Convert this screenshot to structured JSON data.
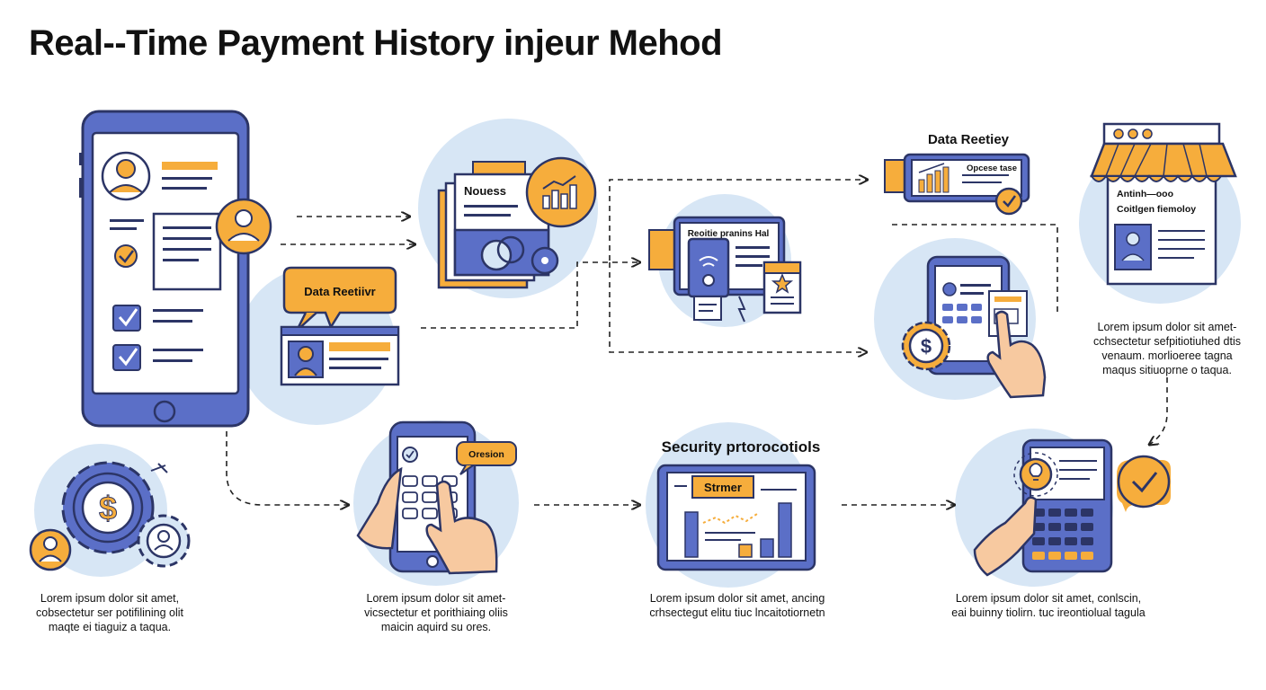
{
  "title": "Real--Time Payment History injeur Mehod",
  "labels": {
    "nouess": "Nouess",
    "data_receiver": "Data Reetiivr",
    "data_reetiey": "Data Reetiey",
    "opcese_tase": "Opcese tase",
    "reoitie_pranins_hal": "Reoitie pranins Hal",
    "antih_ooo": "Antinh—ooo",
    "coitgen_fiemoloy": "Coitlgen fiemoloy",
    "oresion": "Oresion",
    "security_protocols": "Security prtorocotiols",
    "strmer": "Strmer"
  },
  "captions": {
    "store": "Lorem ipsum dolor sit amet-\ncchsectetur sefpitiotiuhed dtis\nvenaum. morlioeree tagna\nmaqus sitiuoprne o taqua.",
    "gear": "Lorem ipsum dolor sit amet,\ncobsectetur ser potifilining olit\nmaqte ei tiaguiz a taqua.",
    "phone_tap": "Lorem ipsum dolor sit amet-\nvicsectetur et porithiaing oliis\nmaicin aquird su ores.",
    "security": "Lorem ipsum dolor sit amet, ancing\ncrhsectegut elitu tiuc lncaitotiornetn",
    "calculator": "Lorem ipsum dolor sit amet,  conlscin,\neai buinny tiolirn. tuc ireontiolual tagula"
  },
  "colors": {
    "blue": "#5b6fc7",
    "navy": "#2c3566",
    "orange": "#f6ad3c",
    "light_blue": "#d7e6f5",
    "skin": "#f7c9a0"
  }
}
